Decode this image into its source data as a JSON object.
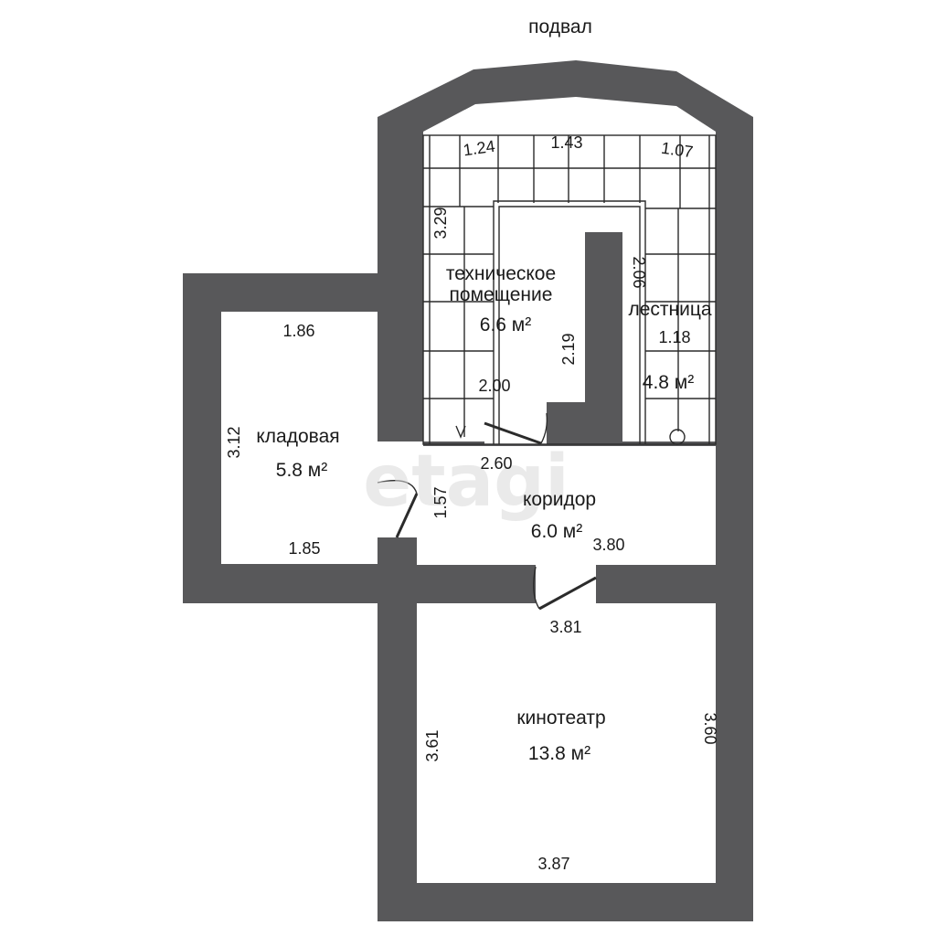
{
  "plan": {
    "title": "подвал",
    "watermark": "etagi",
    "colors": {
      "wall": "#58585a",
      "background": "#ffffff",
      "text": "#1a1a1a"
    }
  },
  "rooms": {
    "tech": {
      "name_line1": "техническое",
      "name_line2": "помещение",
      "area": "6.6 м²"
    },
    "stairs": {
      "name": "лестница",
      "area": "4.8 м²"
    },
    "storage": {
      "name": "кладовая",
      "area": "5.8 м²"
    },
    "corridor": {
      "name": "коридор",
      "area": "6.0 м²"
    },
    "cinema": {
      "name": "кинотеатр",
      "area": "13.8 м²"
    }
  },
  "dimensions": {
    "d_1_24": "1.24",
    "d_1_43": "1.43",
    "d_1_07": "1.07",
    "d_3_29": "3.29",
    "d_2_06": "2.06",
    "d_2_19": "2.19",
    "d_2_00": "2.00",
    "d_1_18": "1.18",
    "d_1_86": "1.86",
    "d_3_12": "3.12",
    "d_1_85": "1.85",
    "d_2_60": "2.60",
    "d_1_57": "1.57",
    "d_3_80": "3.80",
    "d_3_81": "3.81",
    "d_3_61": "3.61",
    "d_3_60": "3.60",
    "d_3_87": "3.87"
  }
}
